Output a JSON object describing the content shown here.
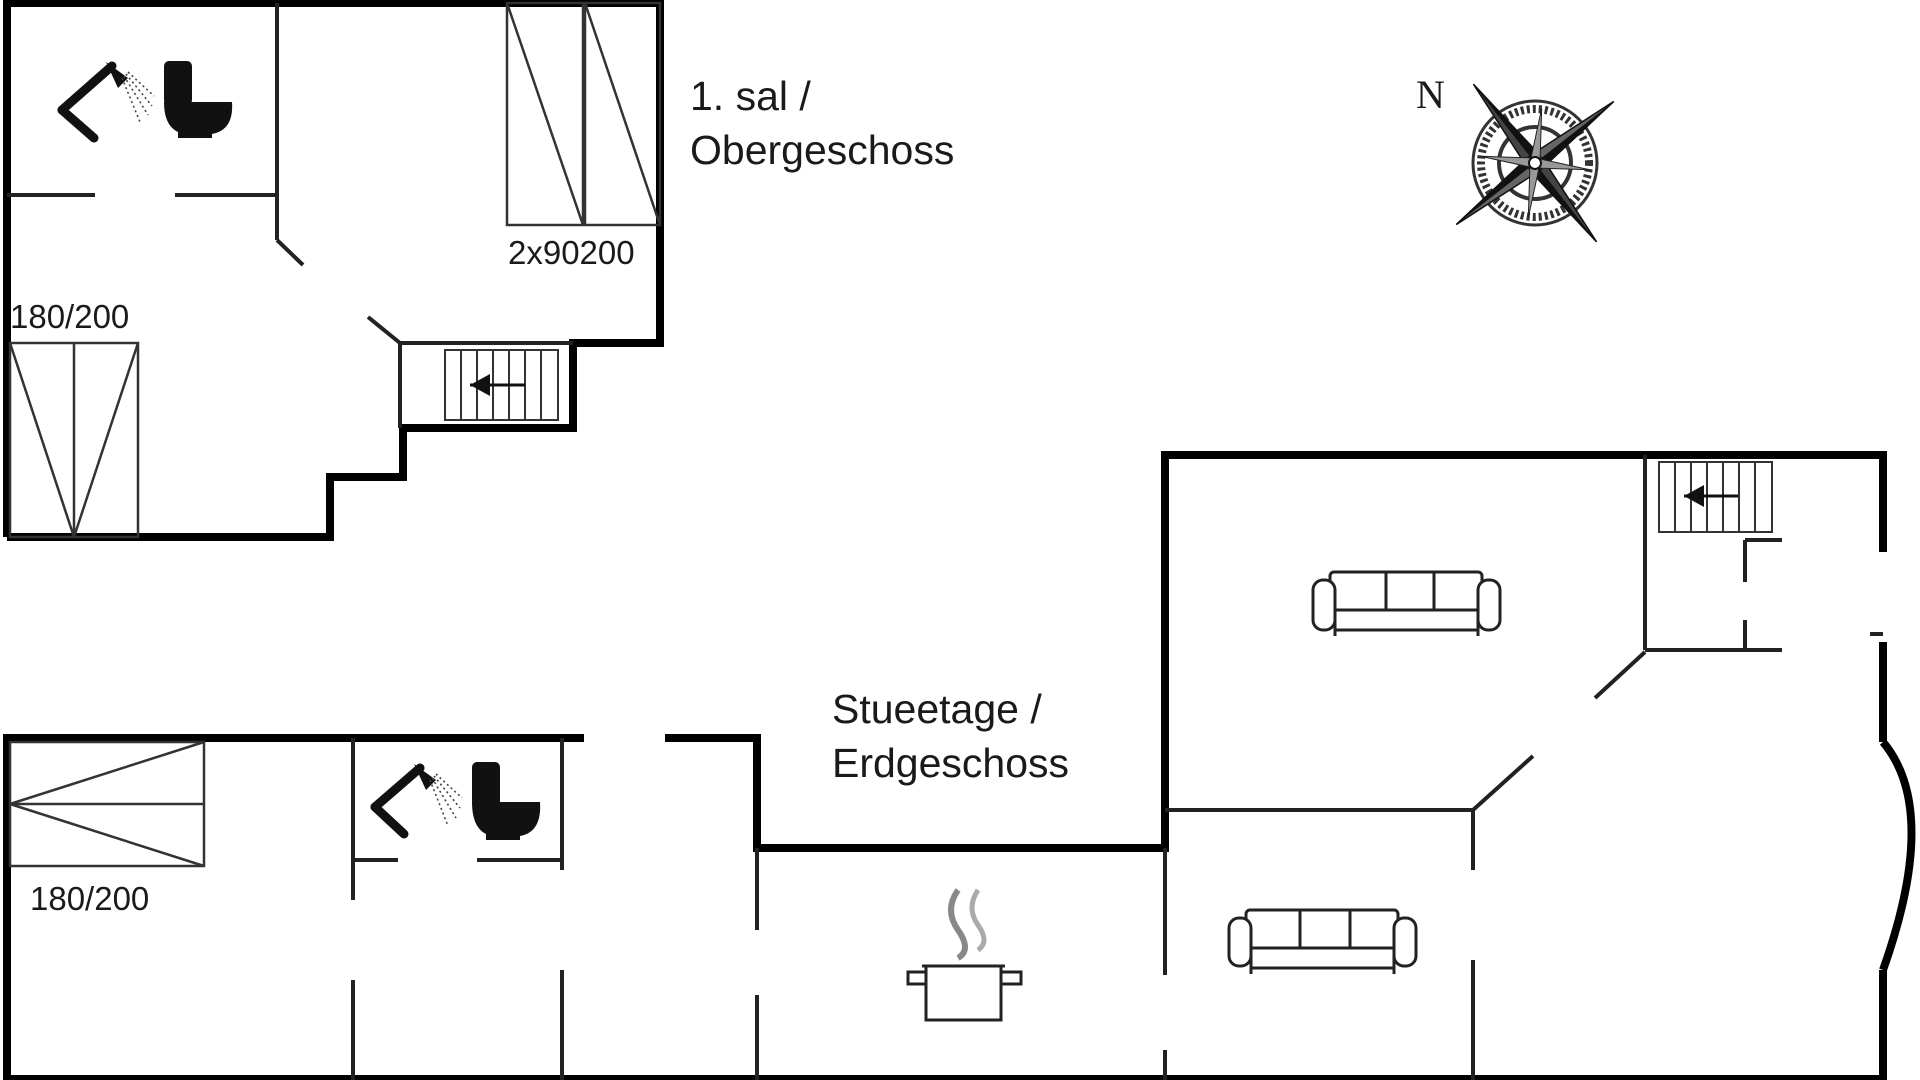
{
  "upper_floor": {
    "title_line1": "1. sal /",
    "title_line2": "Obergeschoss",
    "bed_label_twin": "2x90200",
    "bed_label_double": "180/200"
  },
  "ground_floor": {
    "title_line1": "Stueetage /",
    "title_line2": "Erdgeschoss",
    "bed_label_double": "180/200"
  },
  "compass": {
    "north_label": "N"
  },
  "colors": {
    "wall": "#000000",
    "line": "#2a2a2a",
    "background": "#ffffff"
  }
}
